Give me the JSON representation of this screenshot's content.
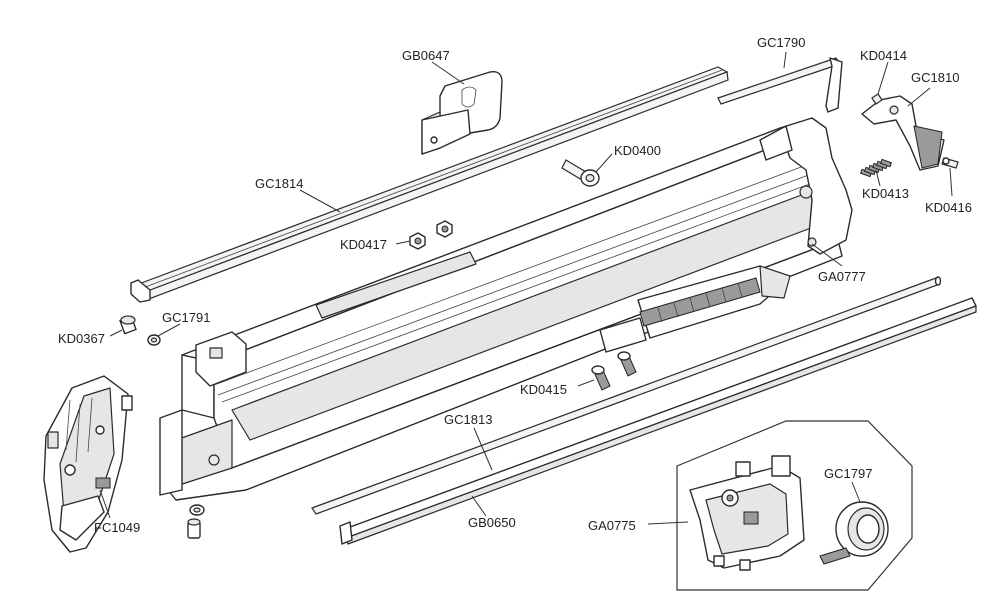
{
  "diagram": {
    "labels": {
      "gb0647": "GB0647",
      "gc1790": "GC1790",
      "kd0414": "KD0414",
      "gc1810": "GC1810",
      "kd0400": "KD0400",
      "gc1814": "GC1814",
      "kd0413": "KD0413",
      "kd0416": "KD0416",
      "kd0417": "KD0417",
      "ga0777": "GA0777",
      "gc1791": "GC1791",
      "kd0367": "KD0367",
      "kd0415": "KD0415",
      "gc1813": "GC1813",
      "gc1797": "GC1797",
      "fc1049": "FC1049",
      "gb0650": "GB0650",
      "ga0775": "GA0775"
    }
  }
}
